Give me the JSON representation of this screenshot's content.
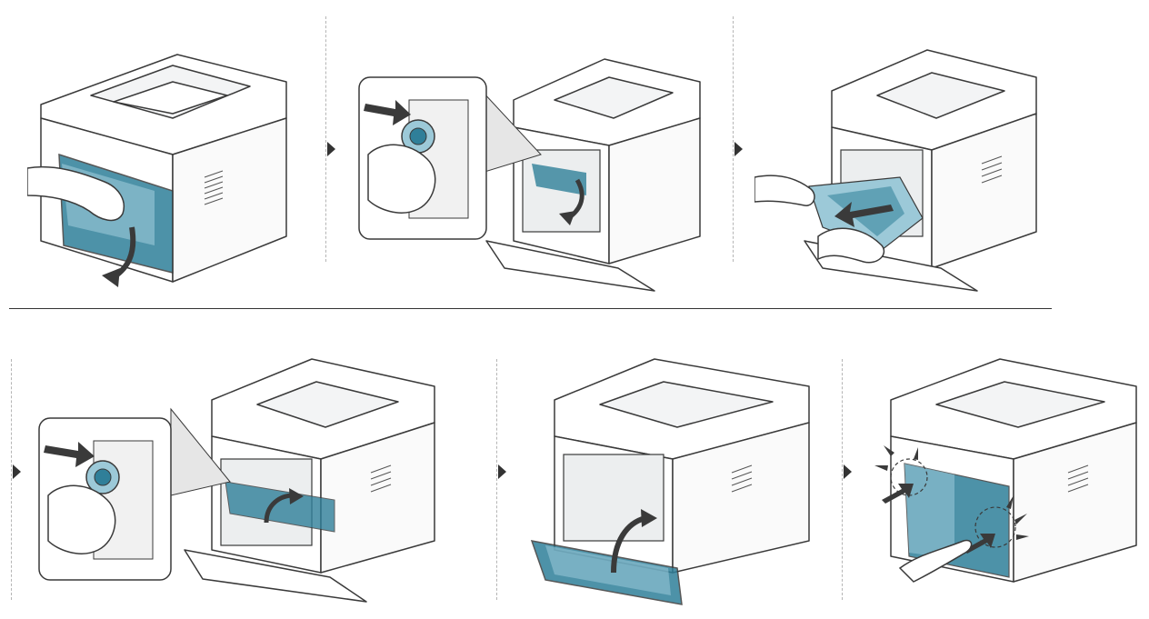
{
  "colors": {
    "line": "#3a3a3a",
    "printer_fill": "#ffffff",
    "shade": "#eceeef",
    "accent": "#2f7f99",
    "accent_light": "#9cc9d8",
    "sep": "#b5b5b5"
  },
  "icons": {
    "step_arrow": "triangle-right-icon",
    "push_arrow": "bold-arrow-icon",
    "curve_arrow": "curved-arrow-icon",
    "click_marks": "click-sound-icon"
  },
  "steps": [
    {
      "id": 1,
      "action": "open-rear-cover"
    },
    {
      "id": 2,
      "action": "pull-fuser-lever-down"
    },
    {
      "id": 3,
      "action": "remove-jammed-paper"
    },
    {
      "id": 4,
      "action": "push-fuser-lever-up"
    },
    {
      "id": 5,
      "action": "close-rear-cover"
    },
    {
      "id": 6,
      "action": "press-cover-until-click"
    }
  ]
}
